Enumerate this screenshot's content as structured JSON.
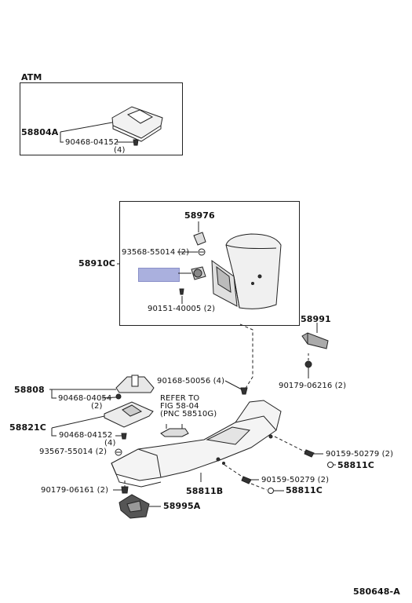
{
  "diagram": {
    "atm_section": {
      "title": "ATM",
      "parts": {
        "p58804A": "58804A",
        "p90468_04152": "90468-04152",
        "qty4": "(4)"
      }
    },
    "upper_group": {
      "p58976": "58976",
      "p93568_55014": "93568-55014 (2)",
      "p58910C": "58910C",
      "p90151_40005": "90151-40005 (2)",
      "highlight_color": "#aab0de"
    },
    "lower_group": {
      "p58991": "58991",
      "p90168_50056": "90168-50056 (4)",
      "p90179_06216": "90179-06216 (2)",
      "p58808": "58808",
      "p90468_04054": "90468-04054",
      "qty2": "(2)",
      "refer_line1": "REFER TO",
      "refer_line2": "FIG 58-04",
      "refer_line3": "(PNC 58510G)",
      "p58821C": "58821C",
      "p90468_04152b": "90468-04152",
      "qty4b": "(4)",
      "p93567_55014": "93567-55014 (2)",
      "p90159_50279a": "90159-50279 (2)",
      "p58811C_a": "58811C",
      "p90159_50279b": "90159-50279 (2)",
      "p58811C_b": "58811C",
      "p90179_06161": "90179-06161 (2)",
      "p58811B": "58811B",
      "p58995A": "58995A"
    },
    "figure_number": "580648-A"
  }
}
